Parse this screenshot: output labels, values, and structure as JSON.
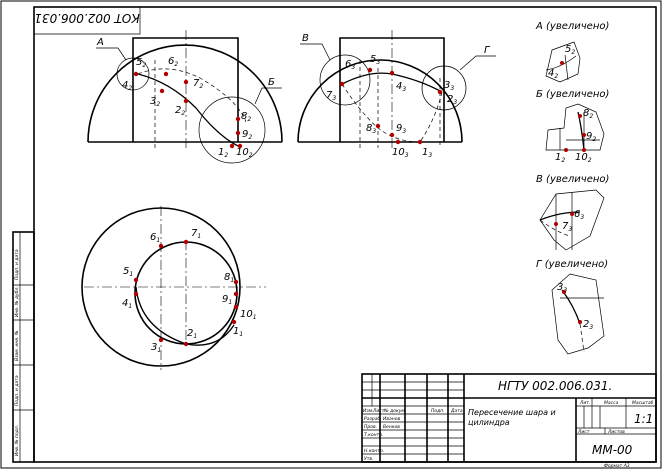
{
  "stamp_top": "КОТ 002.006.031",
  "views": {
    "front_left": {
      "callout_a": "А",
      "callout_b": "Б",
      "points": [
        {
          "main": "5",
          "sub": "2"
        },
        {
          "main": "6",
          "sub": "2"
        },
        {
          "main": "4",
          "sub": "2"
        },
        {
          "main": "7",
          "sub": "2"
        },
        {
          "main": "3",
          "sub": "2"
        },
        {
          "main": "2",
          "sub": "2"
        },
        {
          "main": "8",
          "sub": "2"
        },
        {
          "main": "9",
          "sub": "2"
        },
        {
          "main": "1",
          "sub": "2"
        },
        {
          "main": "10",
          "sub": "2"
        }
      ]
    },
    "front_right": {
      "callout_v": "В",
      "callout_g": "Г",
      "points": [
        {
          "main": "6",
          "sub": "3"
        },
        {
          "main": "5",
          "sub": "3"
        },
        {
          "main": "7",
          "sub": "3"
        },
        {
          "main": "4",
          "sub": "3"
        },
        {
          "main": "3",
          "sub": "3"
        },
        {
          "main": "2",
          "sub": "3"
        },
        {
          "main": "8",
          "sub": "3"
        },
        {
          "main": "9",
          "sub": "3"
        },
        {
          "main": "10",
          "sub": "3"
        },
        {
          "main": "1",
          "sub": "3"
        }
      ]
    },
    "top": {
      "points": [
        {
          "main": "6",
          "sub": "1"
        },
        {
          "main": "7",
          "sub": "1"
        },
        {
          "main": "5",
          "sub": "1"
        },
        {
          "main": "8",
          "sub": "1"
        },
        {
          "main": "4",
          "sub": "1"
        },
        {
          "main": "9",
          "sub": "1"
        },
        {
          "main": "10",
          "sub": "1"
        },
        {
          "main": "1",
          "sub": "1"
        },
        {
          "main": "2",
          "sub": "1"
        },
        {
          "main": "3",
          "sub": "1"
        }
      ]
    },
    "detail_a": {
      "title": "А (увеличено)",
      "p1": {
        "main": "5",
        "sub": "2"
      },
      "p2": {
        "main": "4",
        "sub": "2"
      }
    },
    "detail_b": {
      "title": "Б (увеличено)",
      "p1": {
        "main": "8",
        "sub": "2"
      },
      "p2": {
        "main": "9",
        "sub": "2"
      },
      "p3": {
        "main": "1",
        "sub": "2"
      },
      "p4": {
        "main": "10",
        "sub": "2"
      }
    },
    "detail_v": {
      "title": "В (увеличено)",
      "p1": {
        "main": "6",
        "sub": "3"
      },
      "p2": {
        "main": "7",
        "sub": "3"
      }
    },
    "detail_g": {
      "title": "Г (увеличено)",
      "p1": {
        "main": "3",
        "sub": "3"
      },
      "p2": {
        "main": "2",
        "sub": "3"
      }
    }
  },
  "side_strip": [
    "Подп. и дата",
    "Инв. № дубл.",
    "Взам. инв. №",
    "Подп. и дата",
    "Инв. № подл."
  ],
  "title_block": {
    "designation": "НГТУ  002.006.031.",
    "name_line1": "Пересечение шара и",
    "name_line2": "цилиндра",
    "header_cols": [
      "Изм.",
      "Лист",
      "№ докум.",
      "Подп.",
      "Дата"
    ],
    "roles": [
      "Разраб.",
      "Пров.",
      "Т.контр.",
      "",
      "Н.контр.",
      "Утв."
    ],
    "names": [
      "Иванов",
      "Венков",
      "",
      "",
      "",
      ""
    ],
    "lit_label": "Лит.",
    "mass_label": "Масса",
    "scale_label": "Масштаб",
    "scale_value": "1:1",
    "sheet_label": "Лист",
    "sheets_label": "Листов",
    "group": "ММ-00",
    "format": "Формат А3"
  }
}
